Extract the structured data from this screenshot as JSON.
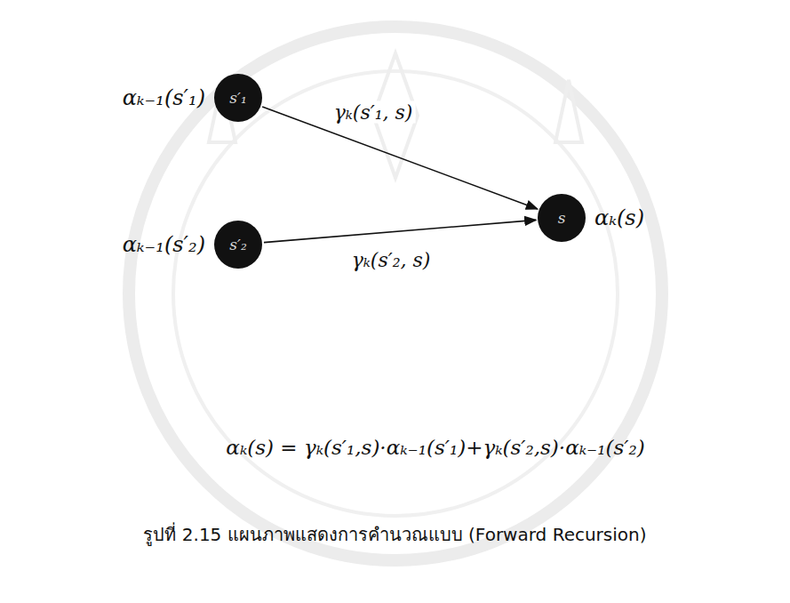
{
  "diagram": {
    "caption": "รูปที่ 2.15 แผนภาพแสดงการคำนวณแบบ (Forward Recursion)",
    "nodes": [
      {
        "text": [
          "αₖ₋₁(s′₁)",
          "s′₁"
        ]
      },
      {
        "text": [
          "αₖ₋₁(s′₂)",
          "s′₂"
        ]
      },
      {
        "text": [
          "s",
          "αₖ(s)"
        ]
      }
    ],
    "edges": [
      {
        "from": 0,
        "to": 2,
        "arrow": "to",
        "label": "γₖ(s′₁, s)"
      },
      {
        "from": 1,
        "to": 2,
        "arrow": "to",
        "label": "γₖ(s′₂, s)"
      }
    ],
    "labels": [
      "αₖ(s) = γₖ(s′₁,s)·αₖ₋₁(s′₁)+γₖ(s′₂,s)·αₖ₋₁(s′₂)"
    ]
  }
}
